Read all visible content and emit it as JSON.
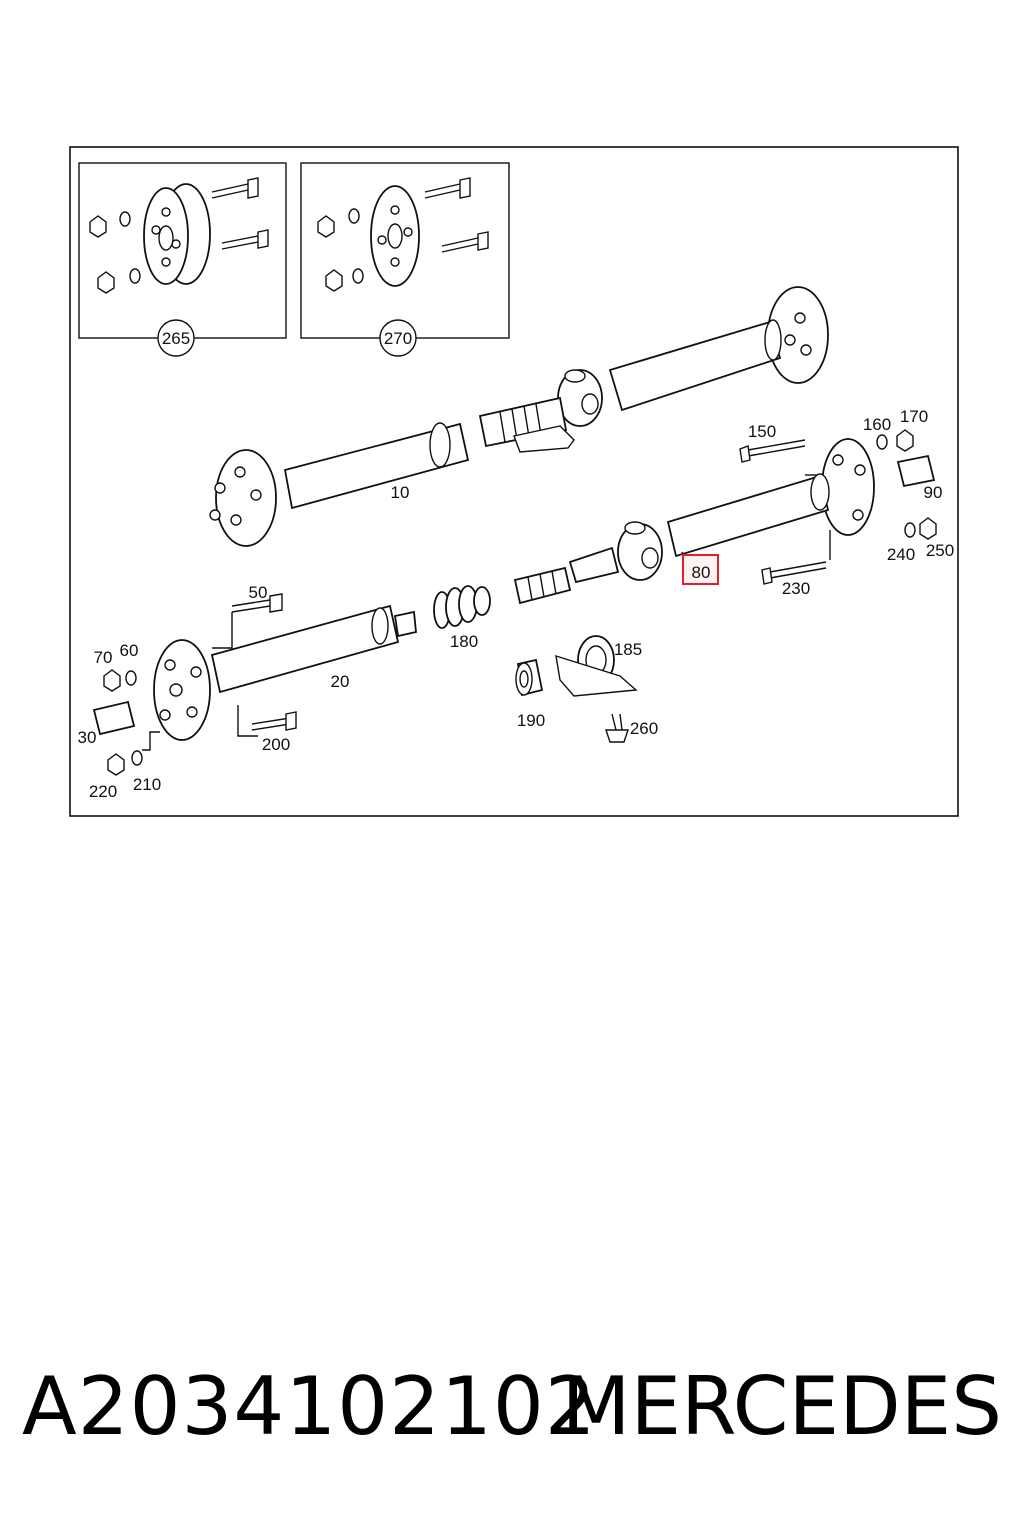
{
  "diagram": {
    "inset_labels": {
      "inset_a": "265",
      "inset_b": "270"
    },
    "callouts": {
      "c10": "10",
      "c20": "20",
      "c30": "30",
      "c50": "50",
      "c60": "60",
      "c70": "70",
      "c80": "80",
      "c90": "90",
      "c150": "150",
      "c160": "160",
      "c170": "170",
      "c180": "180",
      "c185": "185",
      "c190": "190",
      "c200": "200",
      "c210": "210",
      "c220": "220",
      "c230": "230",
      "c240": "240",
      "c250": "250",
      "c260": "260"
    },
    "highlighted_callout": "80",
    "highlight_color": "#e0202a"
  },
  "footer": {
    "part_number": "A2034102102",
    "brand": "MERCEDES"
  }
}
